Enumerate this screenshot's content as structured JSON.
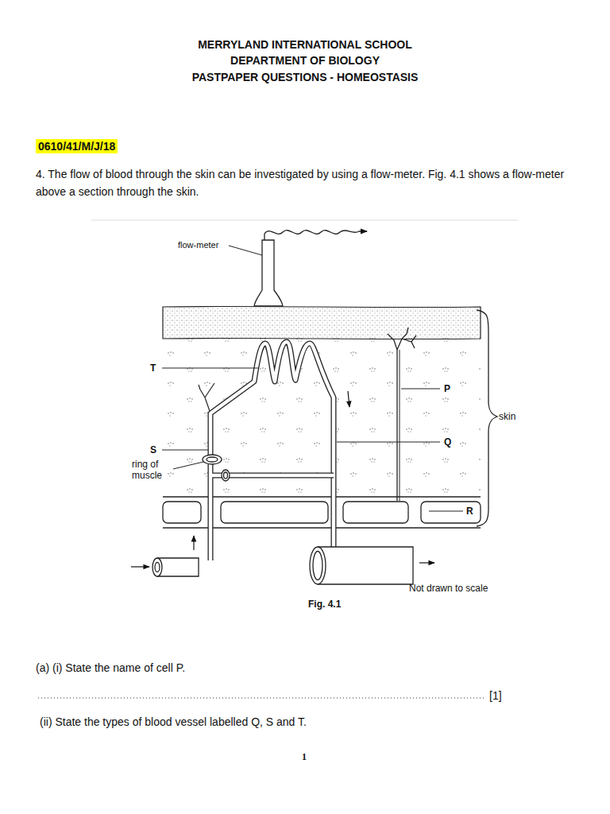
{
  "diagram": {
    "nodes": [
      {
        "text": [
          "0610/41/M/J/18"
        ]
      }
    ],
    "labels": [
      "MERRYLAND INTERNATIONAL SCHOOL",
      "DEPARTMENT OF BIOLOGY",
      "PASTPAPER QUESTIONS - HOMEOSTASIS",
      "4. The flow of blood through the skin can be investigated by using a flow-meter. Fig. 4.1 shows a flow-meter above a section through the skin.",
      "flow-meter",
      "T",
      "S",
      "ring of muscle",
      "P",
      "Q",
      "R",
      "skin",
      "Not drawn to scale",
      "Fig. 4.1",
      "(a) (i) State the name of cell P.",
      "[1]",
      "(ii) State the types of blood vessel labelled Q, S and T.",
      "1"
    ]
  }
}
